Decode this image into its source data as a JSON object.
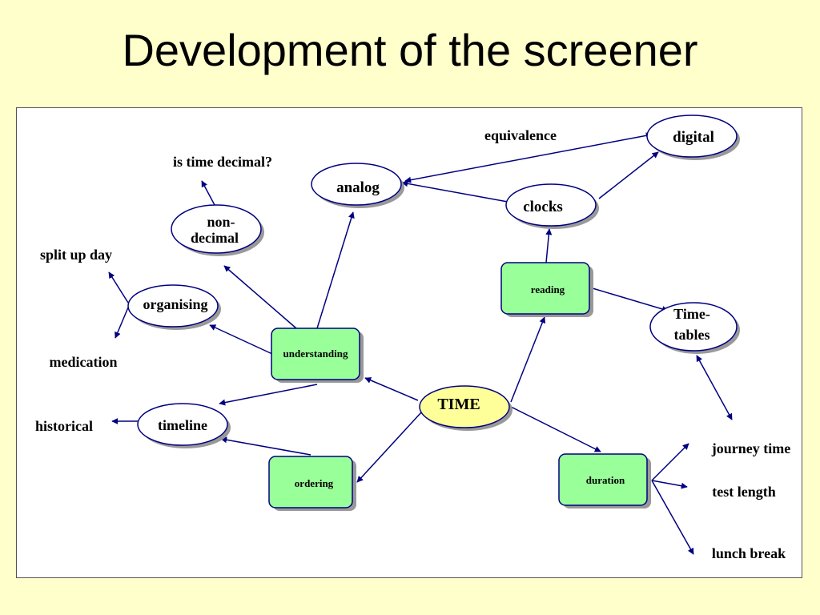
{
  "title": "Development of the screener",
  "diagram": {
    "center": "TIME",
    "boxes": {
      "understanding": "understanding",
      "reading": "reading",
      "ordering": "ordering",
      "duration": "duration"
    },
    "ovals": {
      "analog": "analog",
      "digital": "digital",
      "clocks": "clocks",
      "non_decimal_1": "non-",
      "non_decimal_2": "decimal",
      "organising": "organising",
      "timeline": "timeline",
      "timetables_1": "Time-",
      "timetables_2": "tables"
    },
    "free_labels": {
      "equivalence": "equivalence",
      "is_time_decimal": "is time decimal?",
      "split_up_day": "split up day",
      "medication": "medication",
      "historical": "historical",
      "journey_time": "journey time",
      "test_length": "test length",
      "lunch_break": "lunch break"
    },
    "colors": {
      "box_fill": "#99ff99",
      "center_fill": "#ffff99",
      "oval_fill": "#ffffff",
      "stroke": "#000080",
      "shadow": "#999999"
    }
  }
}
